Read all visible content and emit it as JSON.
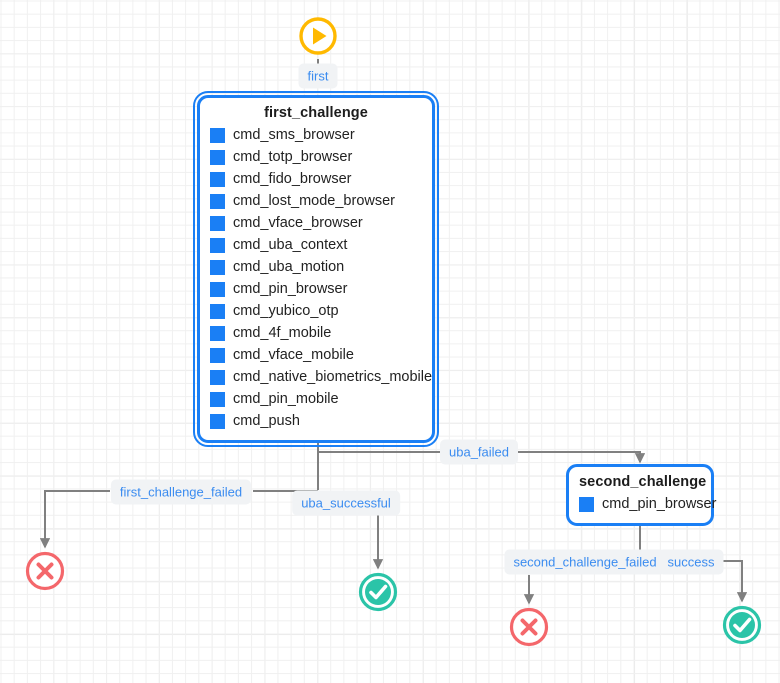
{
  "diagram": {
    "title": "authentication-policy-flow",
    "colors": {
      "node_blue": "#1a7ff5",
      "label_blue": "#3b8cf0",
      "start_amber": "#ffb900",
      "fail_red": "#f4676b",
      "success_teal": "#2bc4a8",
      "edge_gray": "#808080",
      "grid_line": "#f0f0f0",
      "canvas_bg": "#ffffff"
    },
    "start_node": {
      "name": "start",
      "icon": "play-circle-icon",
      "outgoing_label": "first"
    },
    "nodes": [
      {
        "id": "first_challenge",
        "title": "first_challenge",
        "selected": true,
        "items": [
          "cmd_sms_browser",
          "cmd_totp_browser",
          "cmd_fido_browser",
          "cmd_lost_mode_browser",
          "cmd_vface_browser",
          "cmd_uba_context",
          "cmd_uba_motion",
          "cmd_pin_browser",
          "cmd_yubico_otp",
          "cmd_4f_mobile",
          "cmd_vface_mobile",
          "cmd_native_biometrics_mobile",
          "cmd_pin_mobile",
          "cmd_push"
        ]
      },
      {
        "id": "second_challenge",
        "title": "second_challenge",
        "selected": false,
        "items": [
          "cmd_pin_browser"
        ]
      }
    ],
    "edge_labels": [
      {
        "id": "first",
        "text": "first"
      },
      {
        "id": "uba_failed",
        "text": "uba_failed"
      },
      {
        "id": "first_challenge_failed",
        "text": "first_challenge_failed"
      },
      {
        "id": "uba_successful",
        "text": "uba_successful"
      },
      {
        "id": "second_challenge_failed",
        "text": "second_challenge_failed"
      },
      {
        "id": "success",
        "text": "success"
      }
    ],
    "terminals": [
      {
        "id": "fail_first",
        "kind": "failure",
        "icon": "x-circle-icon"
      },
      {
        "id": "success_uba",
        "kind": "success",
        "icon": "check-circle-icon"
      },
      {
        "id": "fail_second",
        "kind": "failure",
        "icon": "x-circle-icon"
      },
      {
        "id": "success_second",
        "kind": "success",
        "icon": "check-circle-icon"
      }
    ]
  }
}
